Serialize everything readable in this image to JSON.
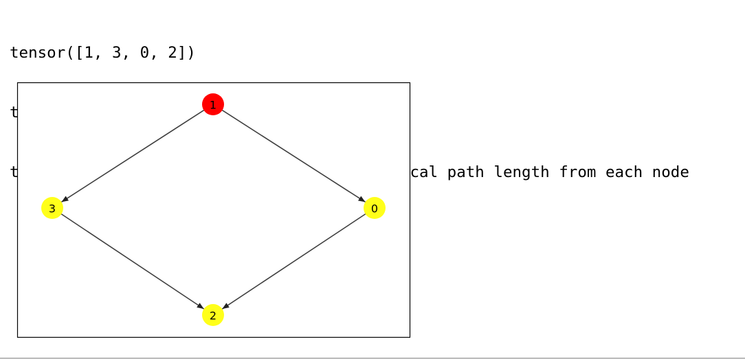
{
  "output": {
    "lines": [
      "tensor([1, 3, 0, 2])",
      "tensor([1, 5, 2, 2])",
      "tensor([6, 5, 2, 2]) <- node-weighted critical path length from each node"
    ]
  },
  "graph": {
    "nodes": [
      {
        "id": "1",
        "label": "1",
        "color": "#ff0000"
      },
      {
        "id": "3",
        "label": "3",
        "color": "#ffff1a"
      },
      {
        "id": "0",
        "label": "0",
        "color": "#ffff1a"
      },
      {
        "id": "2",
        "label": "2",
        "color": "#ffff1a"
      }
    ],
    "edges": [
      {
        "from": "1",
        "to": "3"
      },
      {
        "from": "1",
        "to": "0"
      },
      {
        "from": "3",
        "to": "2"
      },
      {
        "from": "0",
        "to": "2"
      }
    ],
    "colors": {
      "edge": "#404040",
      "frame": "#000000"
    }
  }
}
